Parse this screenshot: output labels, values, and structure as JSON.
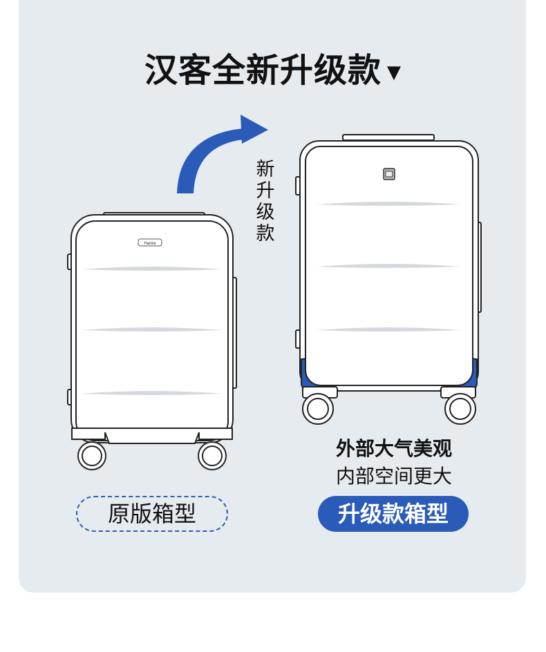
{
  "title": "汉客全新升级款",
  "title_marker": "▼",
  "arrow_label_chars": [
    "新",
    "升",
    "级",
    "款"
  ],
  "original": {
    "logo_text": "Hanke",
    "label": "原版箱型"
  },
  "upgraded": {
    "feature_1": "外部大气美观",
    "feature_2": "内部空间更大",
    "label": "升级款箱型"
  },
  "colors": {
    "accent_blue": "#2a5bb9",
    "panel_bg": "#e6ebf0"
  }
}
